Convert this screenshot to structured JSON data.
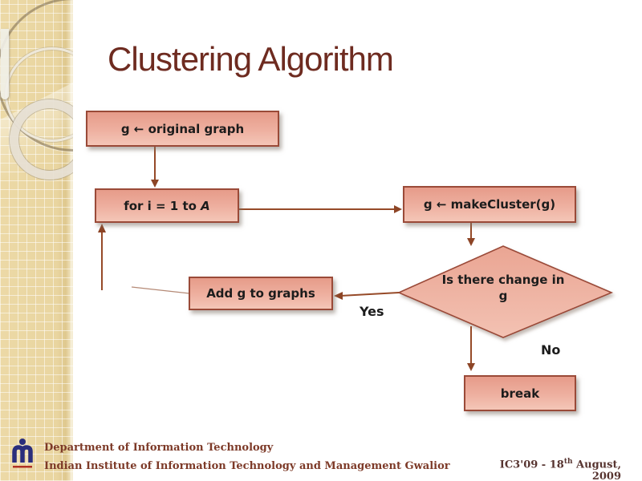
{
  "slide": {
    "title": "Clustering Algorithm"
  },
  "flowchart": {
    "start_label": "g ← original graph",
    "loop_label_prefix": "for i = 1 to ",
    "loop_label_var": "A",
    "makecluster_label": "g ← makeCluster(g)",
    "decision_line1": "Is there change in",
    "decision_line2": "g",
    "add_label": "Add g to graphs",
    "break_label": "break",
    "yes_label": "Yes",
    "no_label": "No"
  },
  "footer": {
    "department": "Department of Information Technology",
    "institute": "Indian Institute of Information Technology and Management Gwalior",
    "date_prefix": "IC3'09 - 18",
    "date_superscript": "th",
    "date_suffix": " August, 2009"
  },
  "colors": {
    "title_text": "#6e2b20",
    "node_fill_top": "#e69b89",
    "node_fill_bottom": "#f4c6b7",
    "node_border": "#9a4a38",
    "connector": "#964a28",
    "arrowhead": "#8d4526",
    "sidebar_base": "#ecd9a6",
    "footer_text": "#7d3a28",
    "logo_blue": "#2a2e7c",
    "logo_red": "#b03224"
  }
}
